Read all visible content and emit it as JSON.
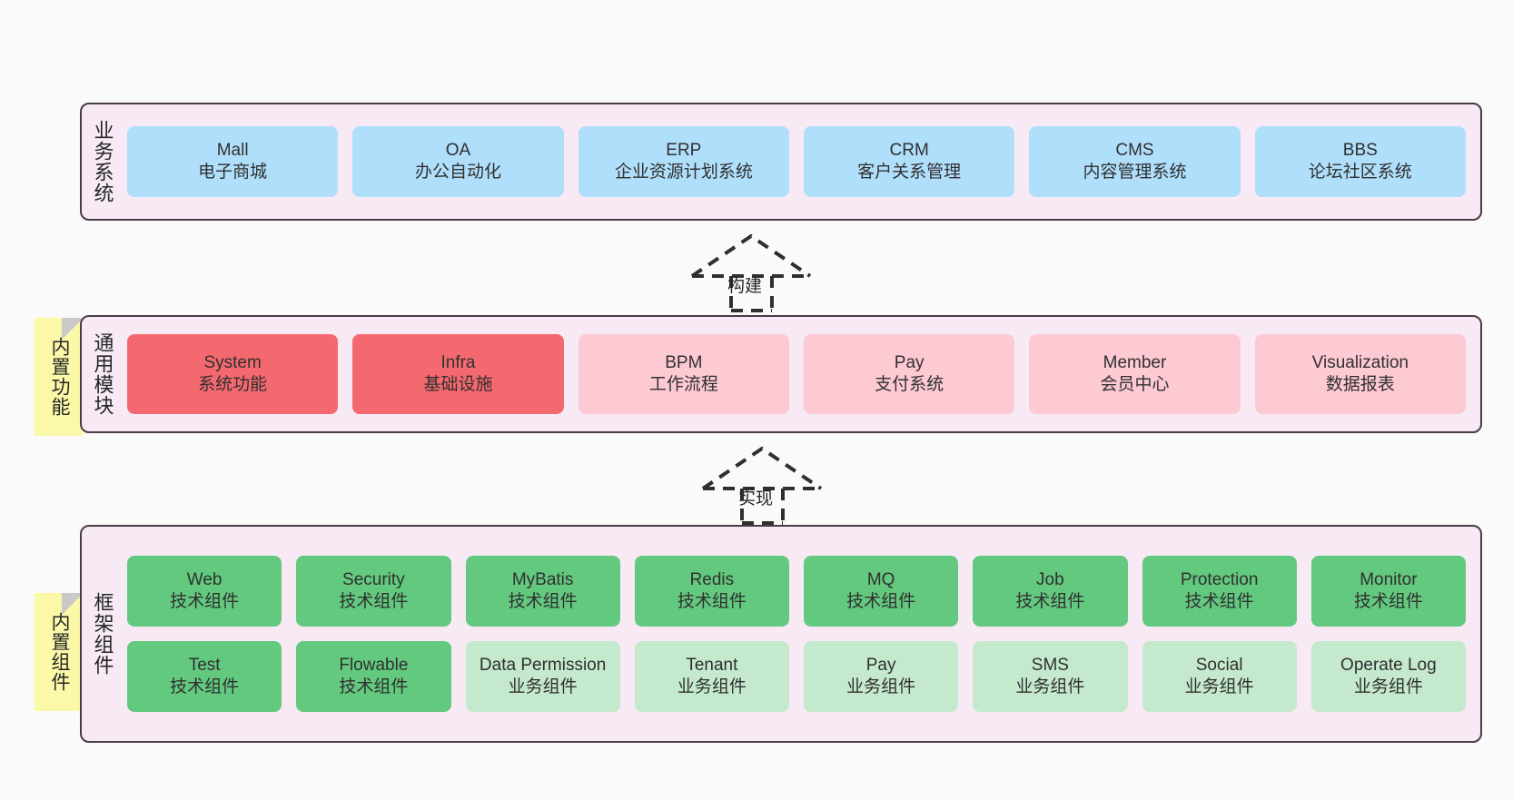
{
  "diagram": {
    "background_color": "#fafafa",
    "band_background": "#f7eaf5",
    "band_border_color": "#4a3b46",
    "note_color": "#fbf8a8",
    "colors": {
      "business_system": "#b0dffb",
      "module_core": "#f4696f",
      "module_optional": "#fdc9d2",
      "component_tech": "#63c97f",
      "component_business": "#c4e9cd"
    }
  },
  "layers": [
    {
      "id": "business-system",
      "title": "业务系统",
      "note": null,
      "rows": [
        [
          {
            "en": "Mall",
            "cn": "电子商城",
            "style": "c-blue"
          },
          {
            "en": "OA",
            "cn": "办公自动化",
            "style": "c-blue"
          },
          {
            "en": "ERP",
            "cn": "企业资源计划系统",
            "style": "c-blue"
          },
          {
            "en": "CRM",
            "cn": "客户关系管理",
            "style": "c-blue"
          },
          {
            "en": "CMS",
            "cn": "内容管理系统",
            "style": "c-blue"
          },
          {
            "en": "BBS",
            "cn": "论坛社区系统",
            "style": "c-blue"
          }
        ]
      ]
    },
    {
      "id": "common-module",
      "title": "通用模块",
      "note": "内置功能",
      "rows": [
        [
          {
            "en": "System",
            "cn": "系统功能",
            "style": "c-red"
          },
          {
            "en": "Infra",
            "cn": "基础设施",
            "style": "c-red"
          },
          {
            "en": "BPM",
            "cn": "工作流程",
            "style": "c-pink"
          },
          {
            "en": "Pay",
            "cn": "支付系统",
            "style": "c-pink"
          },
          {
            "en": "Member",
            "cn": "会员中心",
            "style": "c-pink"
          },
          {
            "en": "Visualization",
            "cn": "数据报表",
            "style": "c-pink"
          }
        ]
      ]
    },
    {
      "id": "framework-component",
      "title": "框架组件",
      "note": "内置组件",
      "rows": [
        [
          {
            "en": "Web",
            "cn": "技术组件",
            "style": "c-green"
          },
          {
            "en": "Security",
            "cn": "技术组件",
            "style": "c-green"
          },
          {
            "en": "MyBatis",
            "cn": "技术组件",
            "style": "c-green"
          },
          {
            "en": "Redis",
            "cn": "技术组件",
            "style": "c-green"
          },
          {
            "en": "MQ",
            "cn": "技术组件",
            "style": "c-green"
          },
          {
            "en": "Job",
            "cn": "技术组件",
            "style": "c-green"
          },
          {
            "en": "Protection",
            "cn": "技术组件",
            "style": "c-green"
          },
          {
            "en": "Monitor",
            "cn": "技术组件",
            "style": "c-green"
          }
        ],
        [
          {
            "en": "Test",
            "cn": "技术组件",
            "style": "c-green"
          },
          {
            "en": "Flowable",
            "cn": "技术组件",
            "style": "c-green"
          },
          {
            "en": "Data Permission",
            "cn": "业务组件",
            "style": "c-greenlight",
            "wrap": true
          },
          {
            "en": "Tenant",
            "cn": "业务组件",
            "style": "c-greenlight"
          },
          {
            "en": "Pay",
            "cn": "业务组件",
            "style": "c-greenlight"
          },
          {
            "en": "SMS",
            "cn": "业务组件",
            "style": "c-greenlight"
          },
          {
            "en": "Social",
            "cn": "业务组件",
            "style": "c-greenlight"
          },
          {
            "en": "Operate Log",
            "cn": "业务组件",
            "style": "c-greenlight"
          }
        ]
      ]
    }
  ],
  "connectors": [
    {
      "id": "build",
      "label": "构建"
    },
    {
      "id": "implement",
      "label": "实现"
    }
  ]
}
